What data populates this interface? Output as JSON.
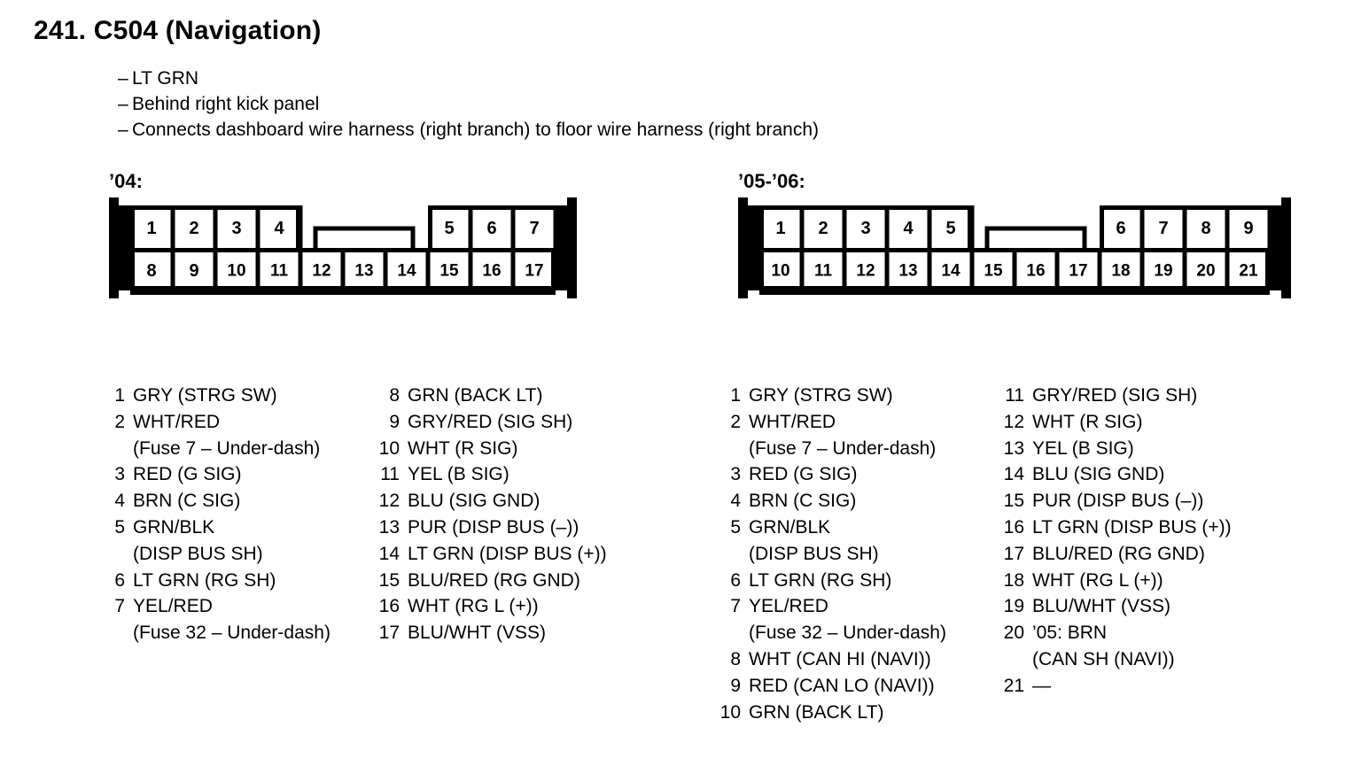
{
  "page": {
    "title": "241. C504 (Navigation)",
    "notes": [
      "LT GRN",
      "Behind right kick panel",
      "Connects dashboard wire harness (right branch) to floor wire harness (right branch)"
    ],
    "dash": "–"
  },
  "variants": [
    {
      "id": "04",
      "label": "’04:",
      "connector": {
        "top_row_left": [
          "1",
          "2",
          "3",
          "4"
        ],
        "top_row_right": [
          "5",
          "6",
          "7"
        ],
        "bottom_row": [
          "8",
          "9",
          "10",
          "11",
          "12",
          "13",
          "14",
          "15",
          "16",
          "17"
        ],
        "gap_cells": 3,
        "has_center_tab": true
      },
      "pins_col_a": [
        {
          "num": "1",
          "desc": "GRY (STRG SW)",
          "sub": ""
        },
        {
          "num": "2",
          "desc": "WHT/RED",
          "sub": "(Fuse 7 – Under-dash)"
        },
        {
          "num": "3",
          "desc": "RED (G SIG)",
          "sub": ""
        },
        {
          "num": "4",
          "desc": "BRN (C SIG)",
          "sub": ""
        },
        {
          "num": "5",
          "desc": "GRN/BLK",
          "sub": "(DISP BUS SH)"
        },
        {
          "num": "6",
          "desc": "LT GRN (RG SH)",
          "sub": ""
        },
        {
          "num": "7",
          "desc": "YEL/RED",
          "sub": "(Fuse 32 – Under-dash)"
        }
      ],
      "pins_col_b": [
        {
          "num": "8",
          "desc": "GRN (BACK LT)",
          "sub": ""
        },
        {
          "num": "9",
          "desc": "GRY/RED (SIG SH)",
          "sub": ""
        },
        {
          "num": "10",
          "desc": "WHT (R SIG)",
          "sub": ""
        },
        {
          "num": "11",
          "desc": "YEL (B SIG)",
          "sub": ""
        },
        {
          "num": "12",
          "desc": "BLU (SIG GND)",
          "sub": ""
        },
        {
          "num": "13",
          "desc": "PUR (DISP BUS (–))",
          "sub": ""
        },
        {
          "num": "14",
          "desc": "LT GRN (DISP BUS (+))",
          "sub": ""
        },
        {
          "num": "15",
          "desc": "BLU/RED (RG GND)",
          "sub": ""
        },
        {
          "num": "16",
          "desc": "WHT (RG L (+))",
          "sub": ""
        },
        {
          "num": "17",
          "desc": "BLU/WHT (VSS)",
          "sub": ""
        }
      ]
    },
    {
      "id": "0506",
      "label": "’05-’06:",
      "connector": {
        "top_row_left": [
          "1",
          "2",
          "3",
          "4",
          "5"
        ],
        "top_row_right": [
          "6",
          "7",
          "8",
          "9"
        ],
        "bottom_row": [
          "10",
          "11",
          "12",
          "13",
          "14",
          "15",
          "16",
          "17",
          "18",
          "19",
          "20",
          "21"
        ],
        "gap_cells": 3,
        "has_center_tab": true
      },
      "pins_col_a": [
        {
          "num": "1",
          "desc": "GRY (STRG SW)",
          "sub": ""
        },
        {
          "num": "2",
          "desc": "WHT/RED",
          "sub": "(Fuse 7 – Under-dash)"
        },
        {
          "num": "3",
          "desc": "RED (G SIG)",
          "sub": ""
        },
        {
          "num": "4",
          "desc": "BRN (C SIG)",
          "sub": ""
        },
        {
          "num": "5",
          "desc": "GRN/BLK",
          "sub": "(DISP BUS SH)"
        },
        {
          "num": "6",
          "desc": "LT GRN (RG SH)",
          "sub": ""
        },
        {
          "num": "7",
          "desc": "YEL/RED",
          "sub": "(Fuse 32 – Under-dash)"
        },
        {
          "num": "8",
          "desc": "WHT (CAN HI (NAVI))",
          "sub": ""
        },
        {
          "num": "9",
          "desc": "RED (CAN LO (NAVI))",
          "sub": ""
        },
        {
          "num": "10",
          "desc": "GRN (BACK LT)",
          "sub": ""
        }
      ],
      "pins_col_b": [
        {
          "num": "11",
          "desc": "GRY/RED (SIG SH)",
          "sub": ""
        },
        {
          "num": "12",
          "desc": "WHT (R SIG)",
          "sub": ""
        },
        {
          "num": "13",
          "desc": "YEL (B SIG)",
          "sub": ""
        },
        {
          "num": "14",
          "desc": "BLU (SIG GND)",
          "sub": ""
        },
        {
          "num": "15",
          "desc": "PUR (DISP BUS (–))",
          "sub": ""
        },
        {
          "num": "16",
          "desc": "LT GRN (DISP BUS (+))",
          "sub": ""
        },
        {
          "num": "17",
          "desc": "BLU/RED (RG GND)",
          "sub": ""
        },
        {
          "num": "18",
          "desc": "WHT (RG L (+))",
          "sub": ""
        },
        {
          "num": "19",
          "desc": "BLU/WHT (VSS)",
          "sub": ""
        },
        {
          "num": "20",
          "desc": "’05: BRN",
          "sub": "(CAN SH (NAVI))"
        },
        {
          "num": "21",
          "desc": "—",
          "sub": ""
        }
      ]
    }
  ],
  "colors": {
    "ink": "#000000",
    "paper": "#ffffff"
  }
}
